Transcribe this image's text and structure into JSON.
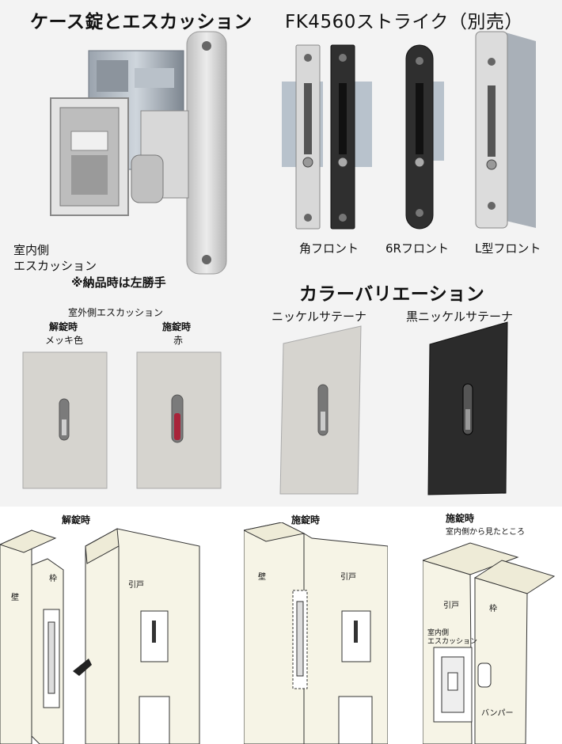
{
  "section_case": {
    "title": "ケース錠とエスカッション",
    "indoor_label_1": "室内側",
    "indoor_label_2": "エスカッション",
    "note": "※納品時は左勝手"
  },
  "section_strike": {
    "title": "FK4560ストライク（別売）",
    "labels": [
      "角フロント",
      "6Rフロント",
      "L型フロント"
    ]
  },
  "section_outdoor": {
    "title": "室外側エスカッション",
    "unlocked_title": "解錠時",
    "unlocked_sub": "メッキ色",
    "locked_title": "施錠時",
    "locked_sub": "赤"
  },
  "section_color": {
    "title": "カラーバリエーション",
    "nickel": "ニッケルサテーナ",
    "black_nickel": "黒ニッケルサテーナ"
  },
  "diagram_unlocked": {
    "title": "解錠時",
    "wall": "壁",
    "frame": "枠",
    "door": "引戸"
  },
  "diagram_locked": {
    "title": "施錠時",
    "wall": "壁",
    "door": "引戸"
  },
  "diagram_indoor": {
    "title": "施錠時",
    "subtitle": "室内側から見たところ",
    "door": "引戸",
    "frame": "枠",
    "escutcheon_1": "室内側",
    "escutcheon_2": "エスカッション",
    "bumper": "バンパー"
  },
  "colors": {
    "nickel_satin": "#d6d4cf",
    "black_nickel": "#2b2b2b",
    "lock_red": "#a8243a",
    "wall_cream": "#f6f4e6"
  }
}
